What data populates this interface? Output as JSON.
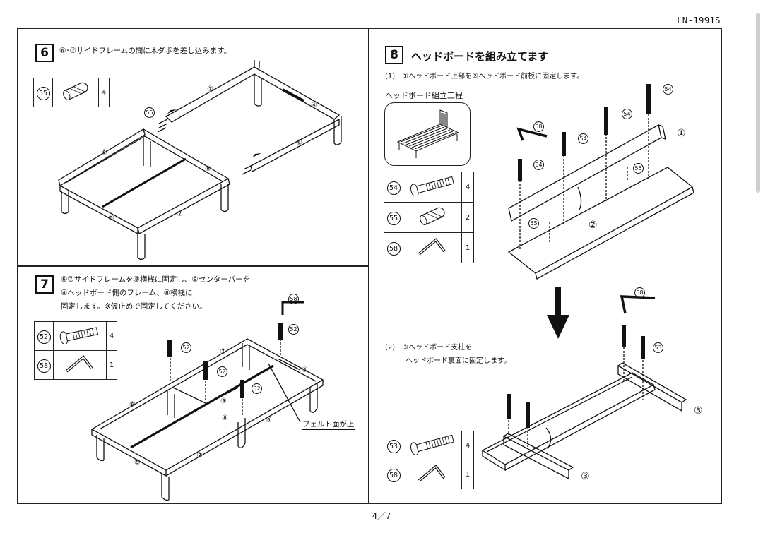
{
  "document": {
    "model_code": "LN-1991S",
    "page_indicator": "4／7"
  },
  "step6": {
    "number": "6",
    "instruction": "⑥･⑦サイドフレームの間に木ダボを差し込みます。",
    "parts": [
      {
        "id": "55",
        "qty": "4"
      }
    ],
    "labels": {
      "l7": "⑦",
      "l4": "④",
      "l6a": "⑥",
      "l6b": "⑥",
      "l8": "⑧",
      "l5": "⑤",
      "l7b": "⑦",
      "l55": "55"
    }
  },
  "step7": {
    "number": "7",
    "instruction_lines": [
      "⑥⑦サイドフレームを⑧横桟に固定し、⑨センターバーを",
      "④ヘッドボード側のフレーム、⑧横桟に",
      "固定します。※仮止めで固定してください。"
    ],
    "parts": [
      {
        "id": "52",
        "qty": "4"
      },
      {
        "id": "58",
        "qty": "1"
      }
    ],
    "callout": "フェルト面が上",
    "labels": {
      "l58": "58",
      "l52a": "52",
      "l52b": "52",
      "l52c": "52",
      "l52d": "52",
      "l7": "⑦",
      "l4": "④",
      "l9": "⑨",
      "l8": "⑧",
      "l6a": "⑥",
      "l6b": "⑥",
      "l5": "⑤",
      "l7b": "⑦"
    }
  },
  "step8": {
    "number": "8",
    "title": "ヘッドボードを組み立てます",
    "sub1": "(1)　①ヘッドボード上部を②ヘッドボード前板に固定します。",
    "process_label": "ヘッドボード組立工程",
    "parts_top": [
      {
        "id": "54",
        "qty": "4"
      },
      {
        "id": "55",
        "qty": "2"
      },
      {
        "id": "58",
        "qty": "1"
      }
    ],
    "sub2_lines": [
      "(2)　③ヘッドボード支柱を",
      "ヘッドボード裏面に固定します。"
    ],
    "parts_bottom": [
      {
        "id": "53",
        "qty": "4"
      },
      {
        "id": "58",
        "qty": "1"
      }
    ],
    "labels": {
      "l54a": "54",
      "l54b": "54",
      "l54c": "54",
      "l54d": "54",
      "l1": "①",
      "l58": "58",
      "l55a": "55",
      "l55b": "55",
      "l2": "②",
      "l58b": "58",
      "l53a": "53",
      "l3a": "③",
      "l3b": "③"
    }
  }
}
